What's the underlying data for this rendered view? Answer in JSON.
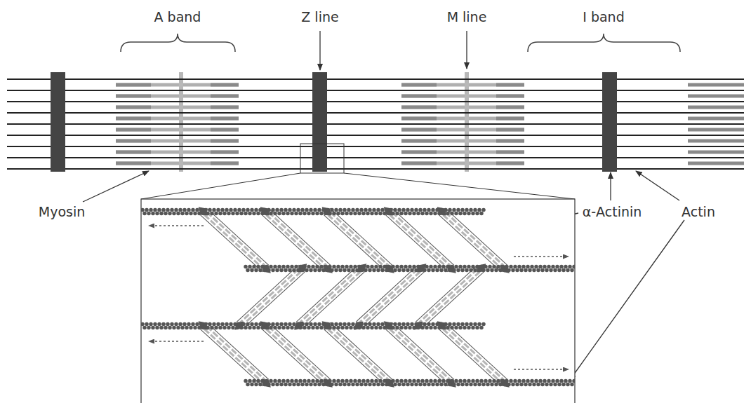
{
  "diagram": {
    "labels": [
      "A band",
      "Z line",
      "M line",
      "I band",
      "Myosin",
      "α-Actinin",
      "Actin"
    ]
  }
}
